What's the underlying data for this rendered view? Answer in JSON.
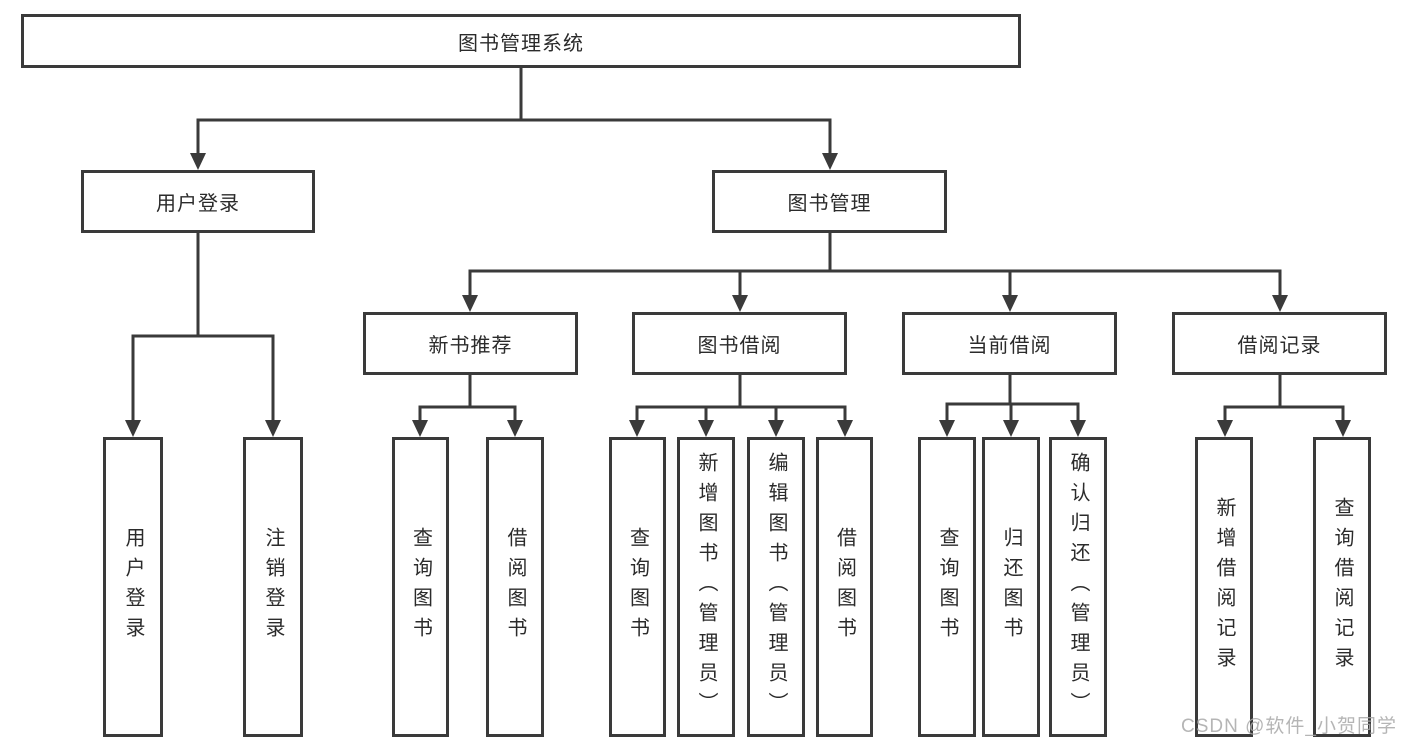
{
  "diagram": {
    "title_node": {
      "label": "图书管理系统"
    },
    "level2": [
      {
        "id": "user-login",
        "label": "用户登录"
      },
      {
        "id": "book-management",
        "label": "图书管理"
      }
    ],
    "level3": [
      {
        "id": "new-book-recommend",
        "label": "新书推荐",
        "parent": "book-management"
      },
      {
        "id": "book-borrowing",
        "label": "图书借阅",
        "parent": "book-management"
      },
      {
        "id": "current-borrowing",
        "label": "当前借阅",
        "parent": "book-management"
      },
      {
        "id": "borrowing-records",
        "label": "借阅记录",
        "parent": "book-management"
      }
    ],
    "leaves": [
      {
        "parent": "user-login",
        "label": "用户登录"
      },
      {
        "parent": "user-login",
        "label": "注销登录"
      },
      {
        "parent": "new-book-recommend",
        "label": "查询图书"
      },
      {
        "parent": "new-book-recommend",
        "label": "借阅图书"
      },
      {
        "parent": "book-borrowing",
        "label": "查询图书"
      },
      {
        "parent": "book-borrowing",
        "label": "新增图书（管理员）"
      },
      {
        "parent": "book-borrowing",
        "label": "编辑图书（管理员）"
      },
      {
        "parent": "book-borrowing",
        "label": "借阅图书"
      },
      {
        "parent": "current-borrowing",
        "label": "查询图书"
      },
      {
        "parent": "current-borrowing",
        "label": "归还图书"
      },
      {
        "parent": "current-borrowing",
        "label": "确认归还（管理员）"
      },
      {
        "parent": "borrowing-records",
        "label": "新增借阅记录"
      },
      {
        "parent": "borrowing-records",
        "label": "查询借阅记录"
      }
    ]
  },
  "watermark": {
    "text": "CSDN @软件_小贺同学"
  },
  "colors": {
    "line": "#3a3a3a",
    "text": "#2b2b2b",
    "box_bg": "#ffffff",
    "page_bg": "#ffffff",
    "watermark": "#a9a9a9"
  }
}
